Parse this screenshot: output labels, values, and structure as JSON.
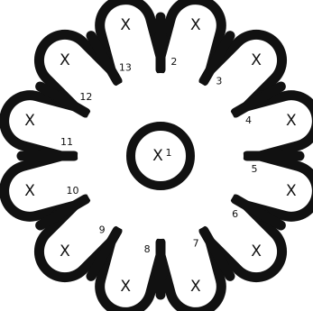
{
  "diagram": {
    "center": {
      "mark": "X",
      "label": "1"
    },
    "petals": [
      {
        "label": "2",
        "mark": "X"
      },
      {
        "label": "3",
        "mark": "X"
      },
      {
        "label": "4",
        "mark": "X"
      },
      {
        "label": "5",
        "mark": "X"
      },
      {
        "label": "6",
        "mark": "X"
      },
      {
        "label": "7",
        "mark": "X"
      },
      {
        "label": "8",
        "mark": "X"
      },
      {
        "label": "9",
        "mark": "X"
      },
      {
        "label": "10",
        "mark": "X"
      },
      {
        "label": "11",
        "mark": "X"
      },
      {
        "label": "12",
        "mark": "X"
      },
      {
        "label": "13",
        "mark": "X"
      }
    ],
    "colors": {
      "ink": "#111111",
      "paper": "#ffffff"
    }
  }
}
